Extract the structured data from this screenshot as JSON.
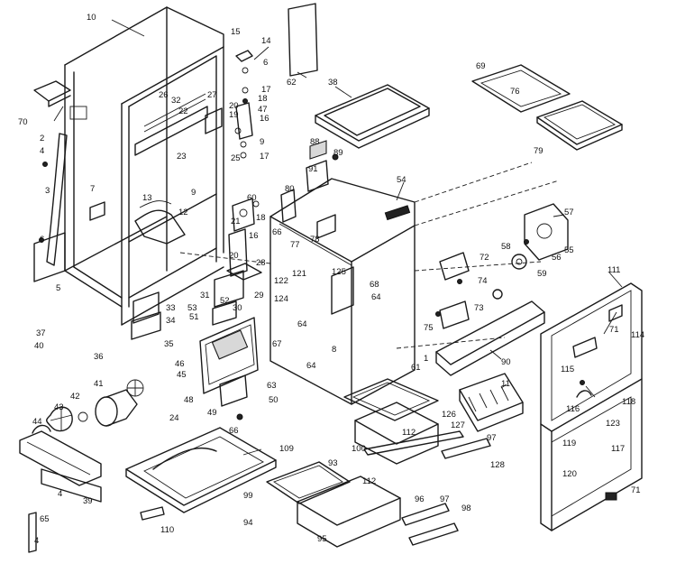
{
  "callouts": [
    {
      "text": "10"
    },
    {
      "text": "15"
    },
    {
      "text": "14"
    },
    {
      "text": "6"
    },
    {
      "text": "17"
    },
    {
      "text": "18"
    },
    {
      "text": "47"
    },
    {
      "text": "16"
    },
    {
      "text": "9"
    },
    {
      "text": "17"
    },
    {
      "text": "25"
    },
    {
      "text": "20"
    },
    {
      "text": "19"
    },
    {
      "text": "26"
    },
    {
      "text": "32"
    },
    {
      "text": "27"
    },
    {
      "text": "22"
    },
    {
      "text": "23"
    },
    {
      "text": "62"
    },
    {
      "text": "38"
    },
    {
      "text": "69"
    },
    {
      "text": "76"
    },
    {
      "text": "79"
    },
    {
      "text": "70"
    },
    {
      "text": "2"
    },
    {
      "text": "4"
    },
    {
      "text": "3"
    },
    {
      "text": "7"
    },
    {
      "text": "6"
    },
    {
      "text": "5"
    },
    {
      "text": "13"
    },
    {
      "text": "12"
    },
    {
      "text": "9"
    },
    {
      "text": "60"
    },
    {
      "text": "21"
    },
    {
      "text": "18"
    },
    {
      "text": "16"
    },
    {
      "text": "20"
    },
    {
      "text": "28"
    },
    {
      "text": "31"
    },
    {
      "text": "52"
    },
    {
      "text": "29"
    },
    {
      "text": "30"
    },
    {
      "text": "33"
    },
    {
      "text": "34"
    },
    {
      "text": "35"
    },
    {
      "text": "53"
    },
    {
      "text": "51"
    },
    {
      "text": "88"
    },
    {
      "text": "89"
    },
    {
      "text": "91"
    },
    {
      "text": "80"
    },
    {
      "text": "54"
    },
    {
      "text": "66"
    },
    {
      "text": "77"
    },
    {
      "text": "78"
    },
    {
      "text": "57"
    },
    {
      "text": "58"
    },
    {
      "text": "55"
    },
    {
      "text": "56"
    },
    {
      "text": "59"
    },
    {
      "text": "72"
    },
    {
      "text": "74"
    },
    {
      "text": "125"
    },
    {
      "text": "68"
    },
    {
      "text": "64"
    },
    {
      "text": "122"
    },
    {
      "text": "121"
    },
    {
      "text": "124"
    },
    {
      "text": "64"
    },
    {
      "text": "67"
    },
    {
      "text": "73"
    },
    {
      "text": "75"
    },
    {
      "text": "1"
    },
    {
      "text": "111"
    },
    {
      "text": "71"
    },
    {
      "text": "114"
    },
    {
      "text": "115"
    },
    {
      "text": "37"
    },
    {
      "text": "40"
    },
    {
      "text": "36"
    },
    {
      "text": "46"
    },
    {
      "text": "45"
    },
    {
      "text": "41"
    },
    {
      "text": "42"
    },
    {
      "text": "43"
    },
    {
      "text": "44"
    },
    {
      "text": "24"
    },
    {
      "text": "48"
    },
    {
      "text": "49"
    },
    {
      "text": "66"
    },
    {
      "text": "63"
    },
    {
      "text": "50"
    },
    {
      "text": "64"
    },
    {
      "text": "8"
    },
    {
      "text": "61"
    },
    {
      "text": "90"
    },
    {
      "text": "11"
    },
    {
      "text": "126"
    },
    {
      "text": "127"
    },
    {
      "text": "112"
    },
    {
      "text": "97"
    },
    {
      "text": "100"
    },
    {
      "text": "128"
    },
    {
      "text": "116"
    },
    {
      "text": "123"
    },
    {
      "text": "118"
    },
    {
      "text": "117"
    },
    {
      "text": "119"
    },
    {
      "text": "120"
    },
    {
      "text": "71"
    },
    {
      "text": "109"
    },
    {
      "text": "93"
    },
    {
      "text": "112"
    },
    {
      "text": "99"
    },
    {
      "text": "94"
    },
    {
      "text": "96"
    },
    {
      "text": "97"
    },
    {
      "text": "98"
    },
    {
      "text": "95"
    },
    {
      "text": "110"
    },
    {
      "text": "39"
    },
    {
      "text": "4"
    },
    {
      "text": "65"
    },
    {
      "text": "4"
    }
  ]
}
